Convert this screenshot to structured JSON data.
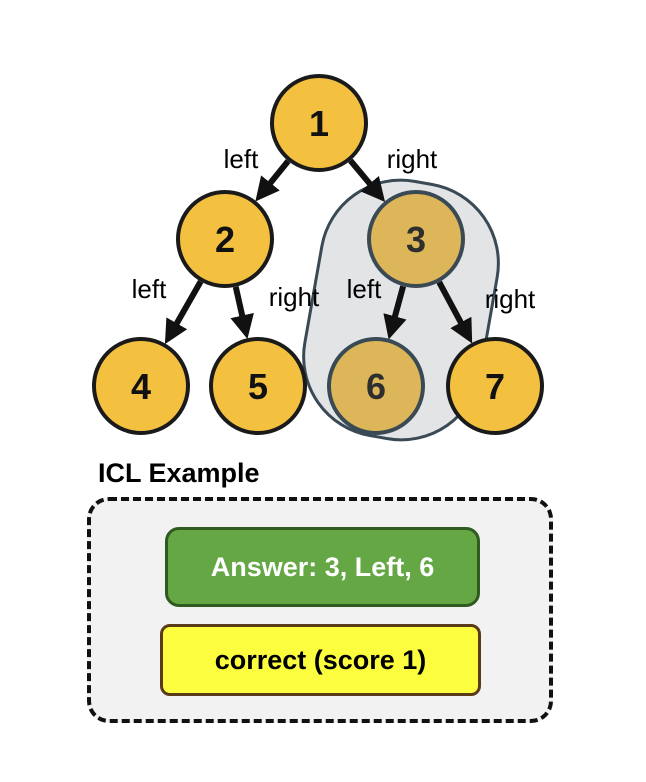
{
  "colors": {
    "node_fill": "#f4c040",
    "node_highlight_fill": "#dcb658",
    "node_stroke": "#1a1a1a",
    "node_highlight_stroke": "#3a4a55",
    "highlight_region_fill": "#e3e4e6",
    "highlight_region_stroke": "#3a4a55",
    "answer_fill": "#65a744",
    "score_fill": "#fdfd40"
  },
  "tree": {
    "nodes": [
      "1",
      "2",
      "3",
      "4",
      "5",
      "6",
      "7"
    ],
    "edges": [
      {
        "from": "1",
        "to": "2",
        "label": "left"
      },
      {
        "from": "1",
        "to": "3",
        "label": "right"
      },
      {
        "from": "2",
        "to": "4",
        "label": "left"
      },
      {
        "from": "2",
        "to": "5",
        "label": "right"
      },
      {
        "from": "3",
        "to": "6",
        "label": "left"
      },
      {
        "from": "3",
        "to": "7",
        "label": "right"
      }
    ],
    "highlighted_nodes": [
      "3",
      "6"
    ]
  },
  "icl": {
    "title": "ICL Example",
    "answer": "Answer: 3, Left, 6",
    "score": "correct (score 1)"
  }
}
